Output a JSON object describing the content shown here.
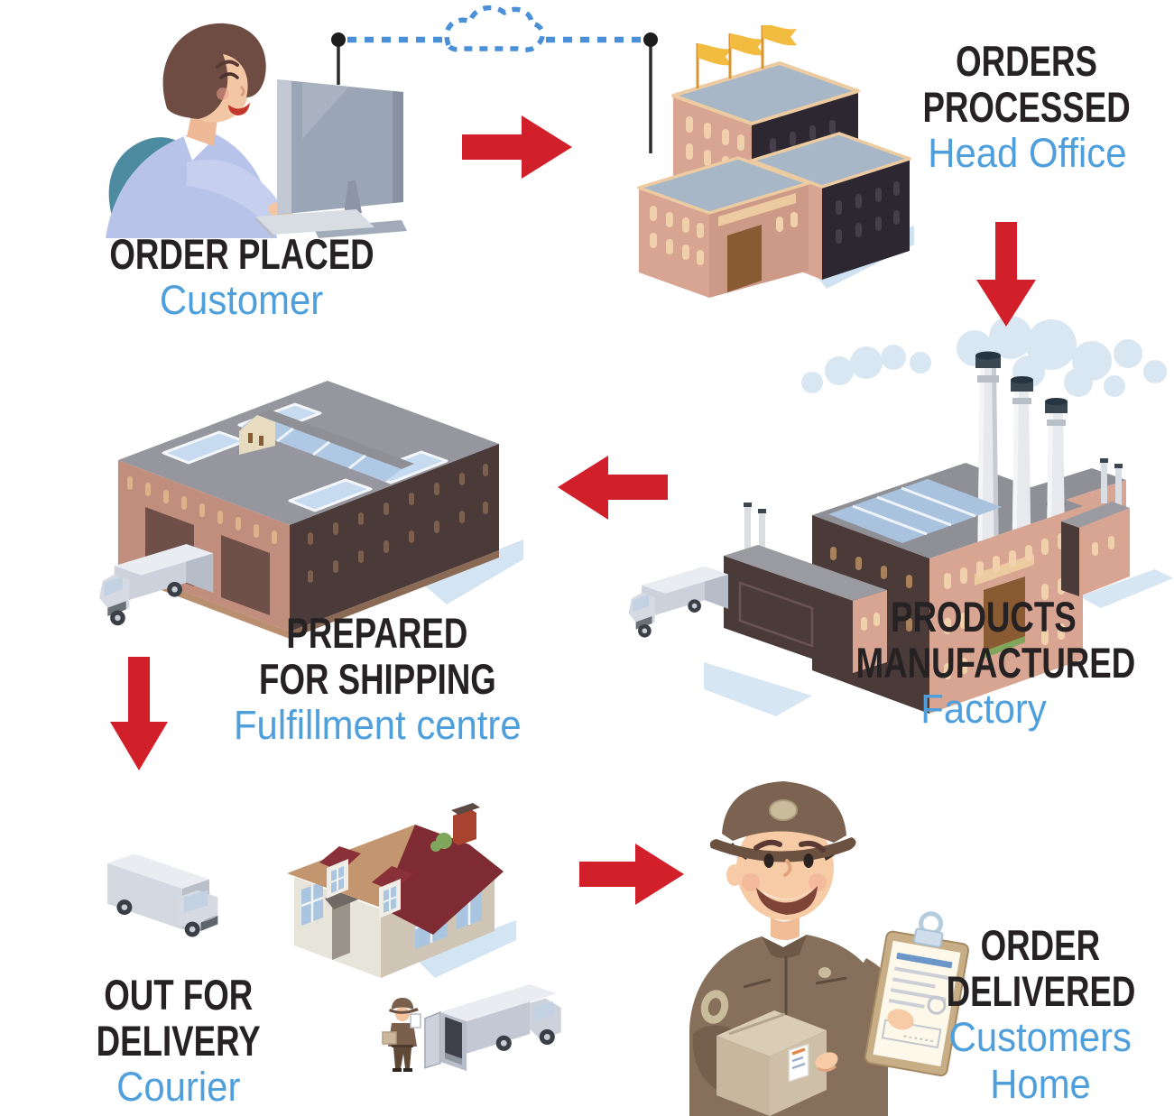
{
  "infographic": {
    "topic": "Order fulfillment process flow"
  },
  "stages": [
    {
      "id": "order-placed",
      "heading_lines": [
        "ORDER PLACED"
      ],
      "subtitle_lines": [
        "Customer"
      ]
    },
    {
      "id": "orders-processed",
      "heading_lines": [
        "ORDERS",
        "PROCESSED"
      ],
      "subtitle_lines": [
        "Head Office"
      ]
    },
    {
      "id": "products-manufactured",
      "heading_lines": [
        "PRODUCTS",
        "MANUFACTURED"
      ],
      "subtitle_lines": [
        "Factory"
      ]
    },
    {
      "id": "prepared-for-shipping",
      "heading_lines": [
        "PREPARED",
        "FOR SHIPPING"
      ],
      "subtitle_lines": [
        "Fulfillment centre"
      ]
    },
    {
      "id": "out-for-delivery",
      "heading_lines": [
        "OUT FOR",
        "DELIVERY"
      ],
      "subtitle_lines": [
        "Courier"
      ]
    },
    {
      "id": "order-delivered",
      "heading_lines": [
        "ORDER",
        "DELIVERED"
      ],
      "subtitle_lines": [
        "Customers",
        "Home"
      ]
    }
  ],
  "icons": [
    "customer-at-computer-illustration",
    "cloud-network-link-icon",
    "head-office-building-illustration",
    "factory-building-illustration",
    "warehouse-building-illustration",
    "delivery-truck-icon",
    "house-illustration",
    "courier-with-van-illustration",
    "delivery-man-with-parcel-illustration",
    "red-flow-arrow-icon"
  ],
  "colors": {
    "heading_text": "#262224",
    "subtitle_text": "#4f9fdc",
    "arrow_red": "#d2202b",
    "cloud_line_blue": "#4a90d9",
    "building_pink": "#d8a593",
    "building_dark": "#2d2731",
    "roof_gray_blue": "#a7b7c7",
    "roof_trim_tan": "#eccba1",
    "flag_yellow": "#f2bc40",
    "smoke_blue": "#d9e7f3",
    "truck_gray": "#ccd1db",
    "house_roof_tan": "#c49670",
    "house_roof_red": "#7e2b33",
    "uniform_brown": "#86705c"
  }
}
